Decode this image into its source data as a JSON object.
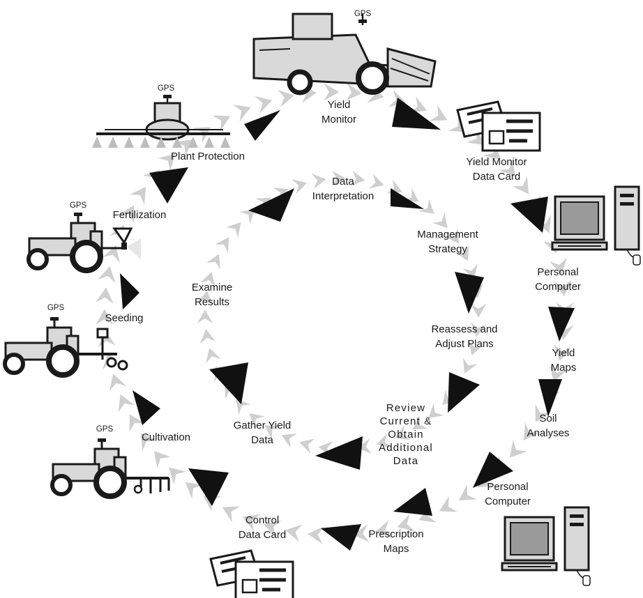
{
  "gps_label": "GPS",
  "outer_cycle": {
    "yield_monitor": [
      "Yield",
      "Monitor"
    ],
    "yield_monitor_data_card": [
      "Yield Monitor",
      "Data Card"
    ],
    "personal_computer_1": [
      "Personal",
      "Computer"
    ],
    "yield_maps": [
      "Yield",
      "Maps"
    ],
    "soil_analyses": [
      "Soil",
      "Analyses"
    ],
    "personal_computer_2": [
      "Personal",
      "Computer"
    ],
    "prescription_maps": [
      "Prescription",
      "Maps"
    ],
    "control_data_card": [
      "Control",
      "Data Card"
    ],
    "cultivation": "Cultivation",
    "seeding": "Seeding",
    "fertilization": "Fertilization",
    "plant_protection": "Plant Protection"
  },
  "inner_cycle": {
    "data_interpretation": [
      "Data",
      "Interpretation"
    ],
    "management_strategy": [
      "Management",
      "Strategy"
    ],
    "reassess_adjust": [
      "Reassess and",
      "Adjust Plans"
    ],
    "review_current": [
      "Review",
      "Current &",
      "Obtain",
      "Additional",
      "Data"
    ],
    "gather_yield_data": [
      "Gather Yield",
      "Data"
    ],
    "examine_results": [
      "Examine",
      "Results"
    ]
  },
  "colors": {
    "arrow_grey": "#cfcfcf",
    "arrow_black": "#111111",
    "equipment_fill": "#d9d9d9",
    "screen_grey": "#9a9a9a",
    "outline": "#1a1a1a"
  }
}
